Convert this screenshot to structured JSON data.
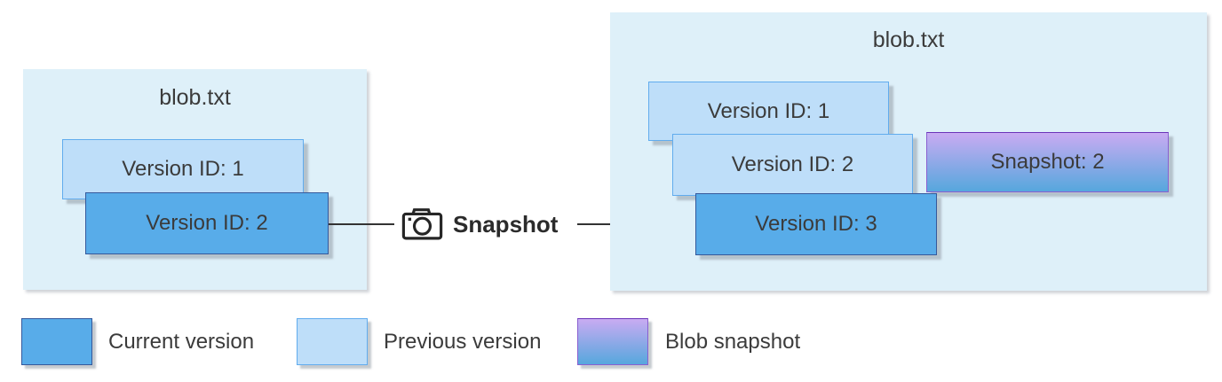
{
  "left_panel": {
    "title": "blob.txt",
    "boxes": [
      {
        "label": "Version ID: 1",
        "type": "previous"
      },
      {
        "label": "Version ID: 2",
        "type": "current"
      }
    ]
  },
  "connector": {
    "label": "Snapshot",
    "icon": "camera-icon"
  },
  "right_panel": {
    "title": "blob.txt",
    "boxes": [
      {
        "label": "Version ID: 1",
        "type": "previous"
      },
      {
        "label": "Version ID: 2",
        "type": "previous"
      },
      {
        "label": "Snapshot: 2",
        "type": "snapshot"
      },
      {
        "label": "Version ID: 3",
        "type": "current"
      }
    ]
  },
  "legend": {
    "items": [
      {
        "label": "Current version",
        "type": "current"
      },
      {
        "label": "Previous version",
        "type": "previous"
      },
      {
        "label": "Blob snapshot",
        "type": "snapshot"
      }
    ]
  },
  "colors": {
    "panel_bg": "#DEF0F9",
    "previous_fill": "#BEDEF9",
    "previous_border": "#61ACEE",
    "current_fill": "#58ACE9",
    "current_border": "#35599B",
    "snapshot_top": "#C9ABF2",
    "snapshot_bottom": "#56A7DD",
    "snapshot_border": "#8A5FD0",
    "text": "#3B3B3B",
    "arrow": "#333333"
  }
}
